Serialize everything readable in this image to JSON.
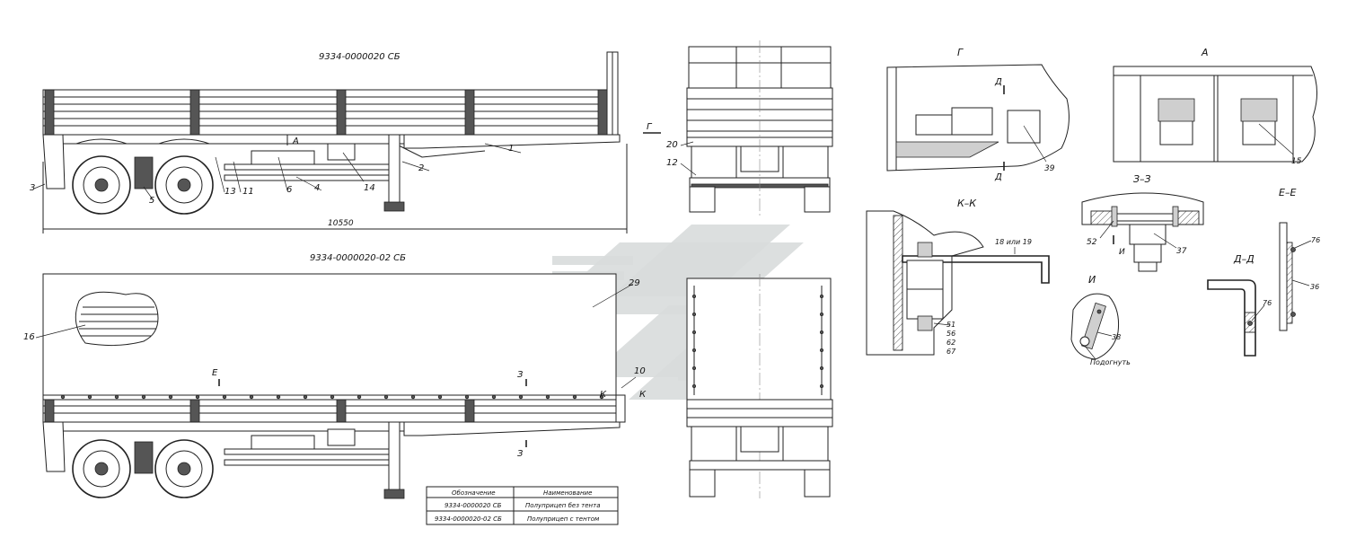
{
  "views": {
    "top_title": "9334-0000020 СБ",
    "bottom_title": "9334-0000020-02 СБ",
    "dimension_length": "10550"
  },
  "callouts": {
    "n1": "1",
    "n2": "2",
    "n3": "3",
    "n4": "4",
    "n5": "5",
    "n6": "6",
    "n10": "10",
    "n11": "11",
    "n12": "12",
    "n13": "13",
    "n14": "14",
    "n15": "15",
    "n16": "16",
    "n20": "20",
    "n29": "29",
    "n36": "36",
    "n37": "37",
    "n38": "38",
    "n39": "39",
    "n52": "52",
    "n76a": "76",
    "n76b": "76",
    "n18or19": "18 или 19",
    "stack": [
      "51",
      "56",
      "62",
      "67"
    ],
    "podognut": "Подогнуть"
  },
  "section_marks": {
    "G": "Г",
    "A": "А",
    "D": "Д",
    "E": "Е",
    "Z": "З",
    "K": "К",
    "I": "И"
  },
  "detail_titles": {
    "G": "Г",
    "A": "А",
    "KK": "К–К",
    "ZZ": "З–З",
    "EE": "Е–Е",
    "I": "И",
    "DD": "Д–Д"
  },
  "table": {
    "headers": [
      "Обозначение",
      "Наименование"
    ],
    "rows": [
      [
        "9334-0000020 СБ",
        "Полуприцеп без тента"
      ],
      [
        "9334-0000020-02 СБ",
        "Полуприцеп с тентом"
      ]
    ]
  },
  "colors": {
    "line": "#222222",
    "watermark": "#d8dcdc",
    "background": "#ffffff"
  }
}
